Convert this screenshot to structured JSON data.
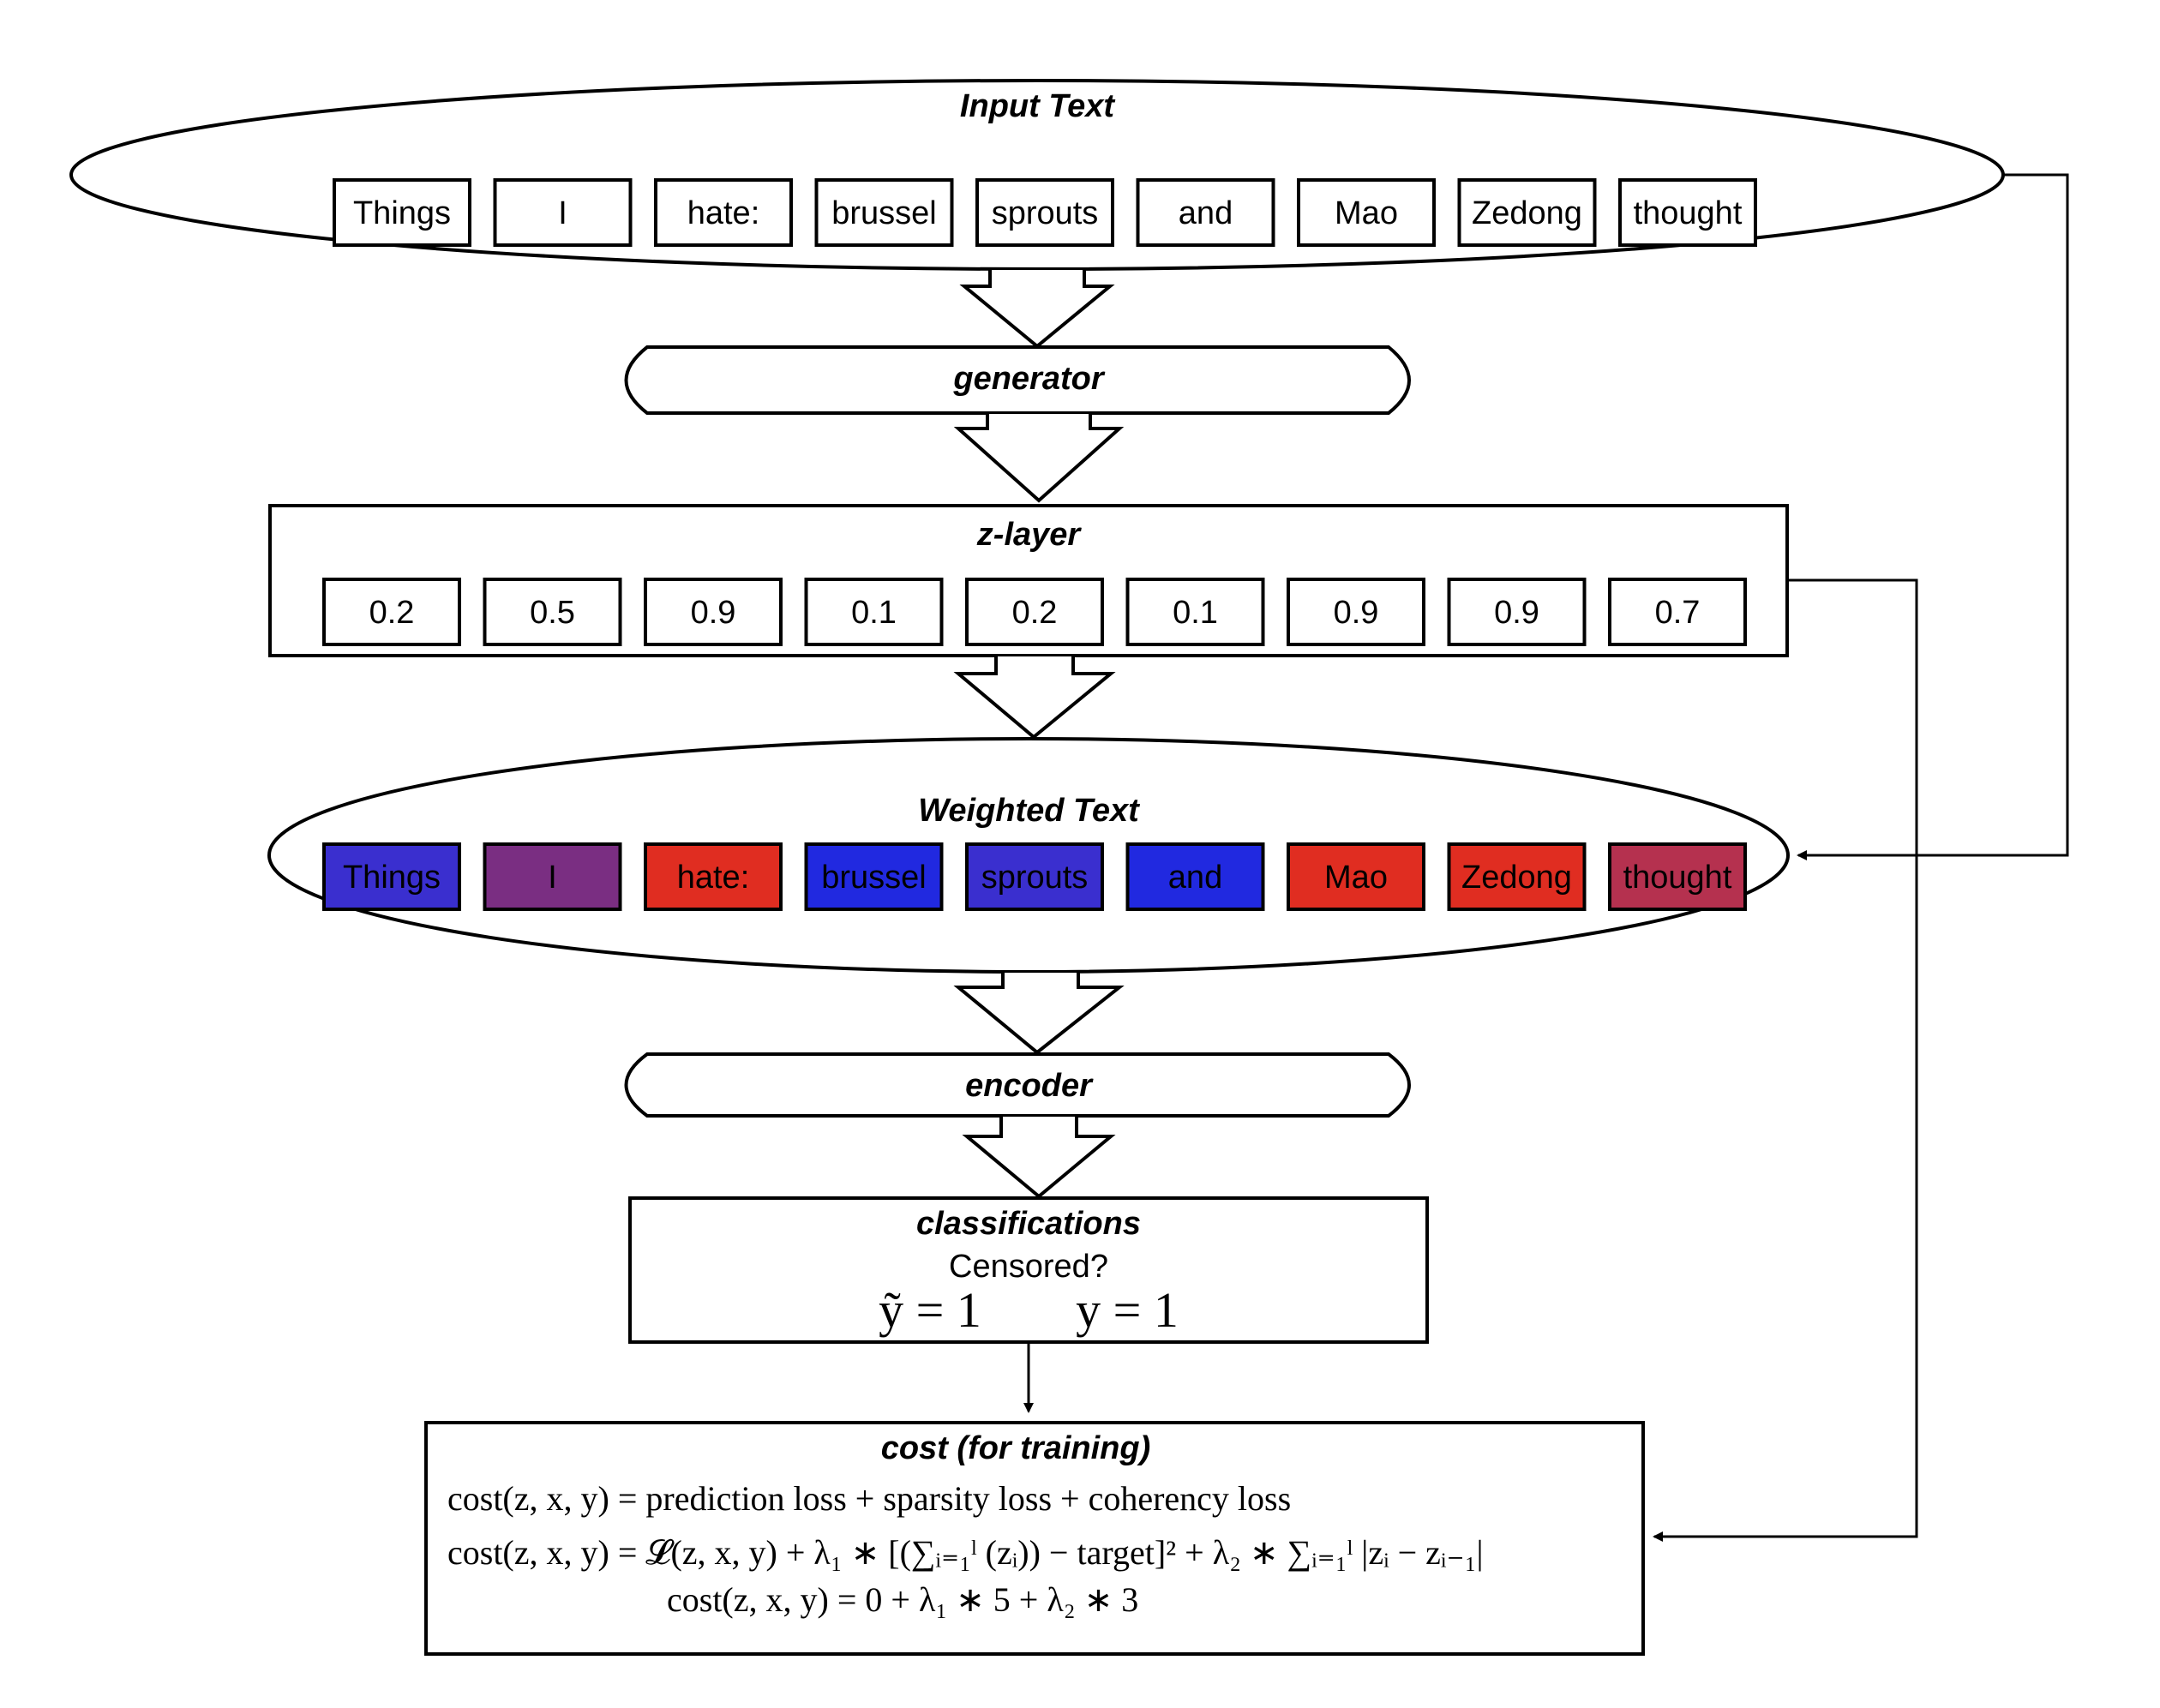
{
  "input_text": {
    "title": "Input Text",
    "tokens": [
      "Things",
      "I",
      "hate:",
      "brussel",
      "sprouts",
      "and",
      "Mao",
      "Zedong",
      "thought"
    ]
  },
  "generator": {
    "title": "generator"
  },
  "z_layer": {
    "title": "z-layer",
    "values": [
      "0.2",
      "0.5",
      "0.9",
      "0.1",
      "0.2",
      "0.1",
      "0.9",
      "0.9",
      "0.7"
    ]
  },
  "weighted_text": {
    "title": "Weighted Text",
    "tokens": [
      "Things",
      "I",
      "hate:",
      "brussel",
      "sprouts",
      "and",
      "Mao",
      "Zedong",
      "thought"
    ],
    "colors": [
      "#3a2fcf",
      "#7a2e82",
      "#e02d21",
      "#2129e0",
      "#3a2fcf",
      "#2129e0",
      "#e02d21",
      "#e02d21",
      "#b5314f"
    ]
  },
  "encoder": {
    "title": "encoder"
  },
  "classifications": {
    "title": "classifications",
    "question": "Censored?",
    "y_tilde": "ỹ = 1",
    "y": "y = 1"
  },
  "cost": {
    "title": "cost (for training)",
    "line1": "cost(z, x, y) = prediction loss + sparsity loss + coherency loss",
    "line2": "cost(z, x, y) = 𝓛(z, x, y) + λ₁ ∗ [(∑ᵢ₌₁ˡ (zᵢ)) − target]² + λ₂ ∗ ∑ᵢ₌₁ˡ |zᵢ − zᵢ₋₁|",
    "line3": "cost(z, x, y) = 0 + λ₁ ∗ 5 + λ₂ ∗ 3"
  }
}
